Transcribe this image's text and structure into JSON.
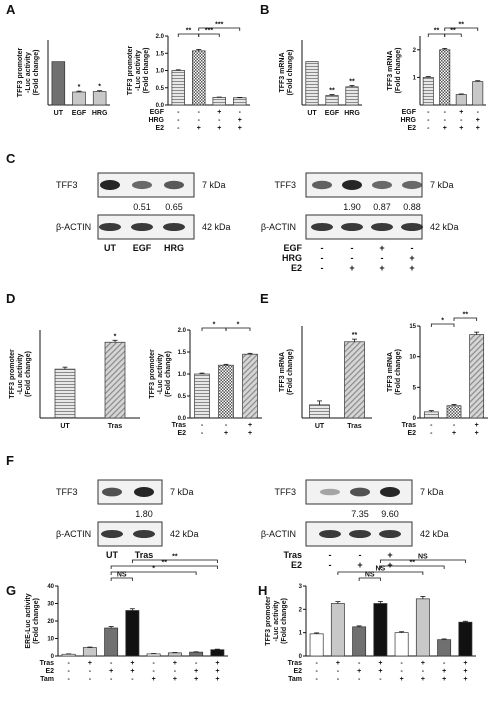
{
  "panel_labels": [
    "A",
    "B",
    "C",
    "D",
    "E",
    "F",
    "G",
    "H"
  ],
  "colors": {
    "dark": "#707070",
    "light": "#c8c8c8",
    "white": "#ffffff",
    "black": "#111111",
    "hatch": "#9a9a9a"
  },
  "chart_data": [
    {
      "id": "A1",
      "type": "bar",
      "ylabel": [
        "TFF3 promoter",
        "-Luc activity",
        "(Fold change)"
      ],
      "ylim": [
        0,
        1.5
      ],
      "yticks": [],
      "categories": [
        "UT",
        "EGF",
        "HRG"
      ],
      "values": [
        1.0,
        0.3,
        0.31
      ],
      "errors": [
        0,
        0.02,
        0.02
      ],
      "sig": [
        "",
        "*",
        "*"
      ],
      "fill": [
        "dark",
        "light",
        "light"
      ]
    },
    {
      "id": "A2",
      "type": "bar",
      "ylabel": [
        "TFF3 promoter",
        "-Luc activity",
        "(Fold change)"
      ],
      "ylim": [
        0,
        2.0
      ],
      "yticks": [
        "0.0",
        "0.5",
        "1.0",
        "1.5",
        "2.0"
      ],
      "values": [
        1.0,
        1.57,
        0.22,
        0.21
      ],
      "errors": [
        0.02,
        0.04,
        0.01,
        0.01
      ],
      "fill": [
        "stripe",
        "check",
        "stripe",
        "stripe"
      ],
      "rows": [
        [
          "EGF",
          "-",
          "-",
          "+",
          "-"
        ],
        [
          "HRG",
          "-",
          "-",
          "-",
          "+"
        ],
        [
          "E2",
          "-",
          "+",
          "+",
          "+"
        ]
      ],
      "brackets": [
        {
          "from": 0,
          "to": 1,
          "label": "**",
          "level": 1
        },
        {
          "from": 1,
          "to": 2,
          "label": "***",
          "level": 1
        },
        {
          "from": 1,
          "to": 3,
          "label": "***",
          "level": 2
        }
      ]
    },
    {
      "id": "B1",
      "type": "bar",
      "ylabel": [
        "TFF3 mRNA",
        "(Fold change)"
      ],
      "ylim": [
        0,
        1.5
      ],
      "yticks": [],
      "categories": [
        "UT",
        "EGF",
        "HRG"
      ],
      "values": [
        1.0,
        0.22,
        0.42
      ],
      "errors": [
        0,
        0.02,
        0.03
      ],
      "sig": [
        "",
        "**",
        "**"
      ],
      "fill": [
        "stripe",
        "stripe",
        "stripe"
      ]
    },
    {
      "id": "B2",
      "type": "bar",
      "ylabel": [
        "TFF3 mRNA",
        "(Fold change)"
      ],
      "ylim": [
        0,
        2.5
      ],
      "yticks": [
        "1",
        "2"
      ],
      "values": [
        1.0,
        2.0,
        0.38,
        0.85
      ],
      "errors": [
        0.03,
        0.05,
        0.02,
        0.03
      ],
      "fill": [
        "stripe",
        "check",
        "light",
        "light"
      ],
      "rows": [
        [
          "EGF",
          "-",
          "-",
          "+",
          "-"
        ],
        [
          "HRG",
          "-",
          "-",
          "-",
          "+"
        ],
        [
          "E2",
          "-",
          "+",
          "+",
          "+"
        ]
      ],
      "brackets": [
        {
          "from": 0,
          "to": 1,
          "label": "**",
          "level": 1
        },
        {
          "from": 1,
          "to": 2,
          "label": "**",
          "level": 1
        },
        {
          "from": 1,
          "to": 3,
          "label": "**",
          "level": 2
        }
      ]
    },
    {
      "id": "D1",
      "type": "bar",
      "ylabel": [
        "TFF3 promoter",
        "-Luc activity",
        "(Fold change)"
      ],
      "ylim": [
        0,
        1.8
      ],
      "yticks": [],
      "categories": [
        "UT",
        "Tras"
      ],
      "values": [
        1.0,
        1.55
      ],
      "errors": [
        0.04,
        0.04
      ],
      "sig": [
        "",
        "*"
      ],
      "fill": [
        "stripe",
        "diag"
      ]
    },
    {
      "id": "D2",
      "type": "bar",
      "ylabel": [
        "TFF3 promoter",
        "-Luc activity",
        "(Fold change)"
      ],
      "ylim": [
        0,
        2.0
      ],
      "yticks": [
        "0.0",
        "0.5",
        "1.0",
        "1.5",
        "2.0"
      ],
      "values": [
        1.0,
        1.2,
        1.45
      ],
      "errors": [
        0.02,
        0.02,
        0.02
      ],
      "fill": [
        "stripe",
        "check",
        "diag"
      ],
      "rows": [
        [
          "Tras",
          "-",
          "-",
          "+"
        ],
        [
          "E2",
          "-",
          "+",
          "+"
        ]
      ],
      "brackets": [
        {
          "from": 0,
          "to": 1,
          "label": "*",
          "level": 1
        },
        {
          "from": 1,
          "to": 2,
          "label": "*",
          "level": 1
        }
      ]
    },
    {
      "id": "E1",
      "type": "bar",
      "ylabel": [
        "TFF3 mRNA",
        "(Fold change)"
      ],
      "ylim": [
        0,
        7.0
      ],
      "yticks": [],
      "categories": [
        "UT",
        "Tras"
      ],
      "values": [
        1.0,
        5.8
      ],
      "errors": [
        0.3,
        0.2
      ],
      "sig": [
        "",
        "**"
      ],
      "fill": [
        "stripe",
        "diag"
      ]
    },
    {
      "id": "E2",
      "type": "bar",
      "ylabel": [
        "TFF3 mRNA",
        "(Fold change)"
      ],
      "ylim": [
        0,
        15
      ],
      "yticks": [
        "0",
        "5",
        "10",
        "15"
      ],
      "values": [
        1.0,
        2.0,
        13.6
      ],
      "errors": [
        0.2,
        0.2,
        0.4
      ],
      "fill": [
        "stripe",
        "check",
        "diag"
      ],
      "rows": [
        [
          "Tras",
          "-",
          "-",
          "+"
        ],
        [
          "E2",
          "-",
          "+",
          "+"
        ]
      ],
      "brackets": [
        {
          "from": 0,
          "to": 1,
          "label": "*",
          "level": 1
        },
        {
          "from": 1,
          "to": 2,
          "label": "**",
          "level": 2
        }
      ]
    },
    {
      "id": "G",
      "type": "bar",
      "ylabel": [
        "ERE-Luc activity",
        "(Fold change)"
      ],
      "ylim": [
        0,
        40
      ],
      "yticks": [
        "0",
        "10",
        "20",
        "30",
        "40"
      ],
      "values": [
        1.0,
        4.8,
        16.0,
        26.0,
        1.2,
        1.8,
        2.2,
        3.6
      ],
      "errors": [
        0.2,
        0.3,
        0.8,
        1.0,
        0.2,
        0.2,
        0.2,
        0.3
      ],
      "fill": [
        "white",
        "light",
        "dark",
        "black",
        "white",
        "light",
        "dark",
        "black"
      ],
      "rows": [
        [
          "Tras",
          "-",
          "+",
          "-",
          "+",
          "-",
          "+",
          "-",
          "+"
        ],
        [
          "E2",
          "-",
          "-",
          "+",
          "+",
          "-",
          "-",
          "+",
          "+"
        ],
        [
          "Tam",
          "-",
          "-",
          "-",
          "-",
          "+",
          "+",
          "+",
          "+"
        ]
      ],
      "brackets": [
        {
          "from": 2,
          "to": 3,
          "label": "NS",
          "level": 1
        },
        {
          "from": 2,
          "to": 6,
          "label": "*",
          "level": 2
        },
        {
          "from": 2,
          "to": 7,
          "label": "**",
          "level": 3
        },
        {
          "from": 3,
          "to": 7,
          "label": "**",
          "level": 4
        }
      ]
    },
    {
      "id": "H",
      "type": "bar",
      "ylabel": [
        "TFF3 promoter",
        "-Luc activity",
        "(Fold change)"
      ],
      "ylim": [
        0,
        3
      ],
      "yticks": [
        "0",
        "1",
        "2",
        "3"
      ],
      "values": [
        0.95,
        2.25,
        1.25,
        2.25,
        1.0,
        2.45,
        0.7,
        1.45
      ],
      "errors": [
        0.04,
        0.08,
        0.04,
        0.08,
        0.04,
        0.1,
        0.03,
        0.04
      ],
      "fill": [
        "white",
        "light",
        "dark",
        "black",
        "white",
        "light",
        "dark",
        "black"
      ],
      "rows": [
        [
          "Tras",
          "-",
          "+",
          "-",
          "+",
          "-",
          "+",
          "-",
          "+"
        ],
        [
          "E2",
          "-",
          "-",
          "+",
          "+",
          "-",
          "-",
          "+",
          "+"
        ],
        [
          "Tam",
          "-",
          "-",
          "-",
          "-",
          "+",
          "+",
          "+",
          "+"
        ]
      ],
      "brackets": [
        {
          "from": 2,
          "to": 3,
          "label": "NS",
          "level": 1
        },
        {
          "from": 1,
          "to": 5,
          "label": "NS",
          "level": 2
        },
        {
          "from": 3,
          "to": 6,
          "label": "**",
          "level": 3
        },
        {
          "from": 3,
          "to": 7,
          "label": "NS",
          "level": 4
        }
      ]
    }
  ],
  "westerns": [
    {
      "id": "C1",
      "target": "TFF3",
      "target_kda": "7 kDa",
      "loading": "β-ACTIN",
      "loading_kda": "42 kDa",
      "quant": [
        "",
        "0.51",
        "0.65"
      ],
      "band_intensity": [
        1.0,
        0.55,
        0.65
      ],
      "lane_labels": [
        "UT",
        "EGF",
        "HRG"
      ],
      "rows": []
    },
    {
      "id": "C2",
      "target": "TFF3",
      "target_kda": "7 kDa",
      "loading": "β-ACTIN",
      "loading_kda": "42 kDa",
      "quant": [
        "",
        "1.90",
        "0.87",
        "0.88"
      ],
      "band_intensity": [
        0.6,
        1.0,
        0.55,
        0.55
      ],
      "lane_labels": [],
      "rows": [
        [
          "EGF",
          "-",
          "-",
          "+",
          "-"
        ],
        [
          "HRG",
          "-",
          "-",
          "-",
          "+"
        ],
        [
          "E2",
          "-",
          "+",
          "+",
          "+"
        ]
      ]
    },
    {
      "id": "F1",
      "target": "TFF3",
      "target_kda": "7 kDa",
      "loading": "β-ACTIN",
      "loading_kda": "42 kDa",
      "quant": [
        "",
        "1.80"
      ],
      "band_intensity": [
        0.7,
        1.0
      ],
      "lane_labels": [
        "UT",
        "Tras"
      ],
      "rows": []
    },
    {
      "id": "F2",
      "target": "TFF3",
      "target_kda": "7 kDa",
      "loading": "β-ACTIN",
      "loading_kda": "42 kDa",
      "quant": [
        "",
        "7.35",
        "9.60"
      ],
      "band_intensity": [
        0.15,
        0.7,
        1.0
      ],
      "lane_labels": [],
      "rows": [
        [
          "Tras",
          "-",
          "-",
          "+"
        ],
        [
          "E2",
          "-",
          "+",
          "+"
        ]
      ]
    }
  ]
}
